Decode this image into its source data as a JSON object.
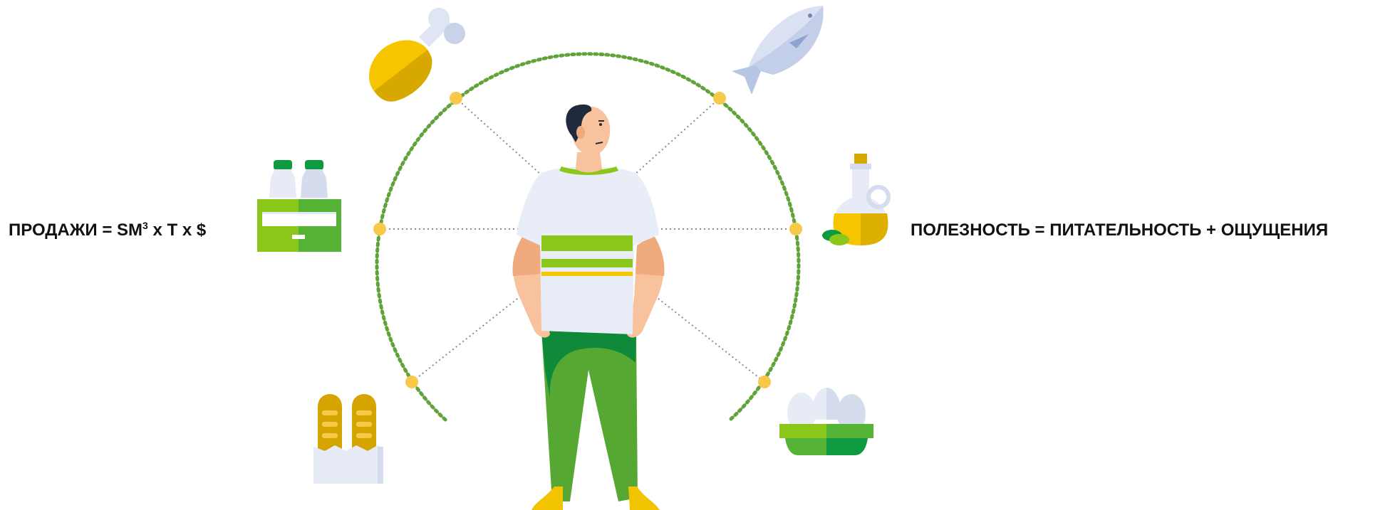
{
  "formulas": {
    "left": {
      "prefix": "ПРОДАЖИ = SM",
      "superscript": "3",
      "suffix": " x T x $"
    },
    "right": {
      "text": "ПОЛЕЗНОСТЬ = ПИТАТЕЛЬНОСТЬ + ОЩУЩЕНИЯ"
    }
  },
  "colors": {
    "arc": "#5fa33a",
    "node": "#f7c948",
    "connector": "#8c8c8c",
    "shirt": "#e8edf7",
    "stripe_green": "#8bc61a",
    "stripe_yellow": "#f7c800",
    "pants_dark": "#0e8a3a",
    "pants_light": "#56a832",
    "shoes": "#f2c400",
    "skin": "#f7c29c",
    "skin_shade": "#efaa7e",
    "hair": "#1f2a3d"
  },
  "icons": [
    "chicken-leg-icon",
    "fish-icon",
    "milk-bottles-crate-icon",
    "oil-bottle-with-olives-icon",
    "bread-in-bag-icon",
    "eggs-in-bowl-icon"
  ]
}
